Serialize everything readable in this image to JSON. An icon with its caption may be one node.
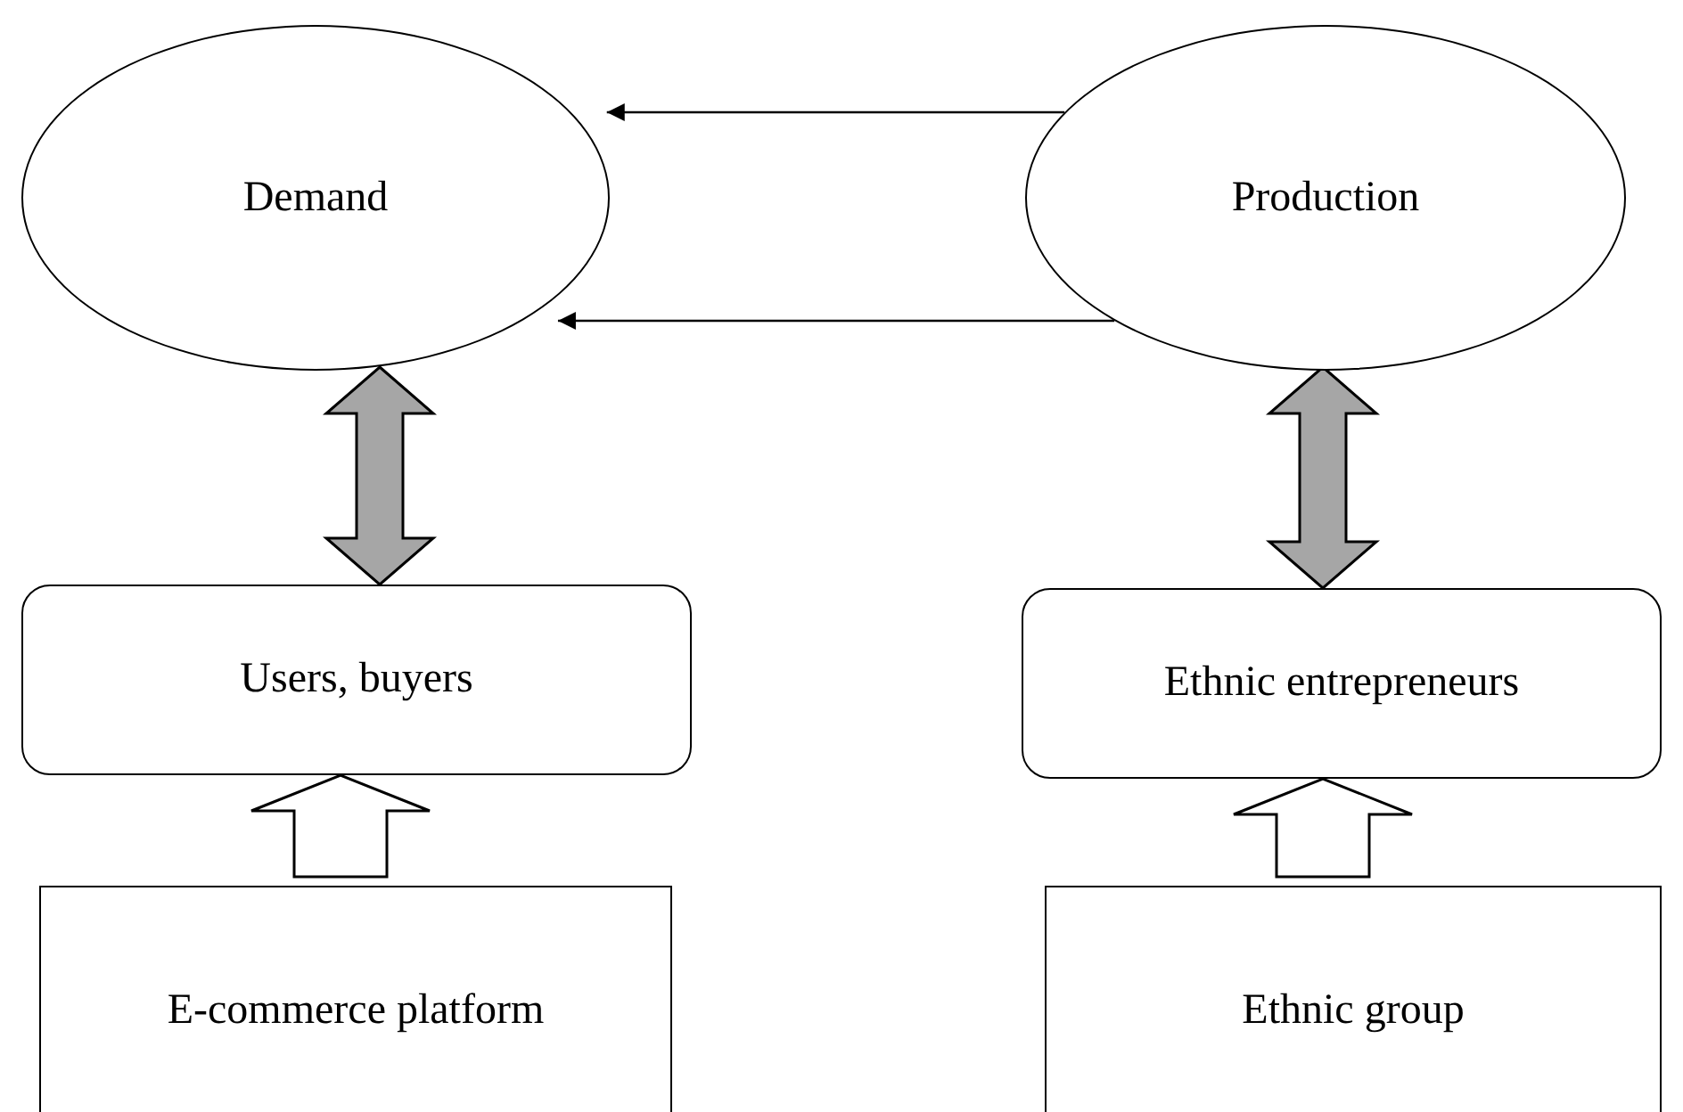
{
  "diagram": {
    "nodes": [
      {
        "text": [
          "Demand"
        ]
      },
      {
        "text": [
          "Production"
        ]
      },
      {
        "text": [
          "Users, buyers"
        ]
      },
      {
        "text": [
          "Ethnic entrepreneurs"
        ]
      },
      {
        "text": [
          "E-commerce platform"
        ]
      },
      {
        "text": [
          "Ethnic group"
        ]
      }
    ],
    "edges": [
      {
        "from": 1,
        "to": 0,
        "arrow": "to"
      },
      {
        "from": 1,
        "to": 0,
        "arrow": "to"
      },
      {
        "from": 0,
        "to": 2,
        "arrow": "both",
        "style": "thick",
        "color": "#a6a6a6"
      },
      {
        "from": 1,
        "to": 3,
        "arrow": "both",
        "style": "thick",
        "color": "#a6a6a6"
      },
      {
        "from": 4,
        "to": 2,
        "arrow": "to",
        "style": "thick"
      },
      {
        "from": 5,
        "to": 3,
        "arrow": "to",
        "style": "thick"
      }
    ]
  }
}
